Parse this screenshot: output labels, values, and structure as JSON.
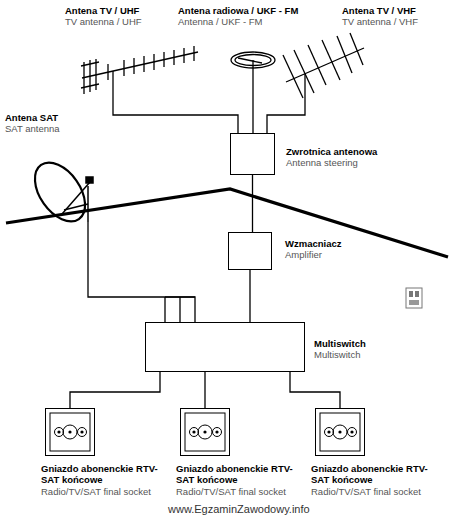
{
  "diagram": {
    "nodes": [
      {
        "text": [
          "Antena TV / UHF",
          "TV antenna / UHF"
        ]
      },
      {
        "text": [
          "Antena radiowa / UKF - FM",
          "Antenna / UKF - FM"
        ]
      },
      {
        "text": [
          "Antena TV / VHF",
          "TV antenna / VHF"
        ]
      },
      {
        "text": [
          "Antena SAT",
          "SAT antenna"
        ]
      },
      {
        "text": [
          "Zwrotnica antenowa",
          "Antenna steering"
        ]
      },
      {
        "text": [
          "Wzmacniacz",
          "Amplifier"
        ]
      },
      {
        "text": [
          "Multiswitch",
          "Multiswitch"
        ]
      },
      {
        "text": [
          "Gniazdo abonenckie RTV-SAT końcowe",
          "Radio/TV/SAT final socket"
        ]
      },
      {
        "text": [
          "Gniazdo abonenckie RTV-SAT końcowe",
          "Radio/TV/SAT final socket"
        ]
      },
      {
        "text": [
          "Gniazdo abonenckie RTV-SAT końcowe",
          "Radio/TV/SAT final socket"
        ]
      }
    ],
    "edges": [
      {
        "from": 0,
        "to": 4,
        "arrow": "none"
      },
      {
        "from": 1,
        "to": 4,
        "arrow": "none"
      },
      {
        "from": 2,
        "to": 4,
        "arrow": "none"
      },
      {
        "from": 4,
        "to": 5,
        "arrow": "none"
      },
      {
        "from": 3,
        "to": 6,
        "arrow": "none"
      },
      {
        "from": 5,
        "to": 6,
        "arrow": "none"
      },
      {
        "from": 6,
        "to": 7,
        "arrow": "none"
      },
      {
        "from": 6,
        "to": 8,
        "arrow": "none"
      },
      {
        "from": 6,
        "to": 9,
        "arrow": "none"
      }
    ],
    "labels": [
      "www.EgzaminZawodowy.info"
    ]
  }
}
